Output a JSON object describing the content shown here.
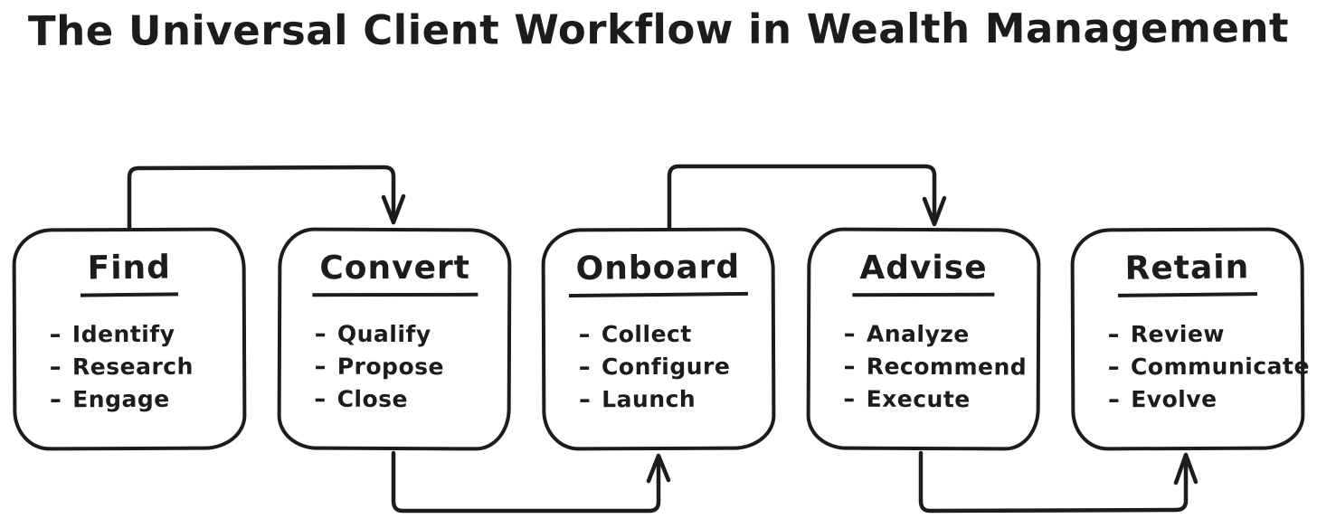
{
  "title": "The Universal Client Workflow in Wealth Management",
  "bullet": "-",
  "colors": {
    "ink": "#1c1c1c",
    "background": "#ffffff"
  },
  "stages": [
    {
      "id": "find",
      "label": "Find",
      "items": [
        "Identify",
        "Research",
        "Engage"
      ]
    },
    {
      "id": "convert",
      "label": "Convert",
      "items": [
        "Qualify",
        "Propose",
        "Close"
      ]
    },
    {
      "id": "onboard",
      "label": "Onboard",
      "items": [
        "Collect",
        "Configure",
        "Launch"
      ]
    },
    {
      "id": "advise",
      "label": "Advise",
      "items": [
        "Analyze",
        "Recommend",
        "Execute"
      ]
    },
    {
      "id": "retain",
      "label": "Retain",
      "items": [
        "Review",
        "Communicate",
        "Evolve"
      ]
    }
  ],
  "connectors": [
    {
      "from": "Find",
      "to": "Convert",
      "route": "top"
    },
    {
      "from": "Convert",
      "to": "Onboard",
      "route": "bottom"
    },
    {
      "from": "Onboard",
      "to": "Advise",
      "route": "top"
    },
    {
      "from": "Advise",
      "to": "Retain",
      "route": "bottom"
    }
  ]
}
